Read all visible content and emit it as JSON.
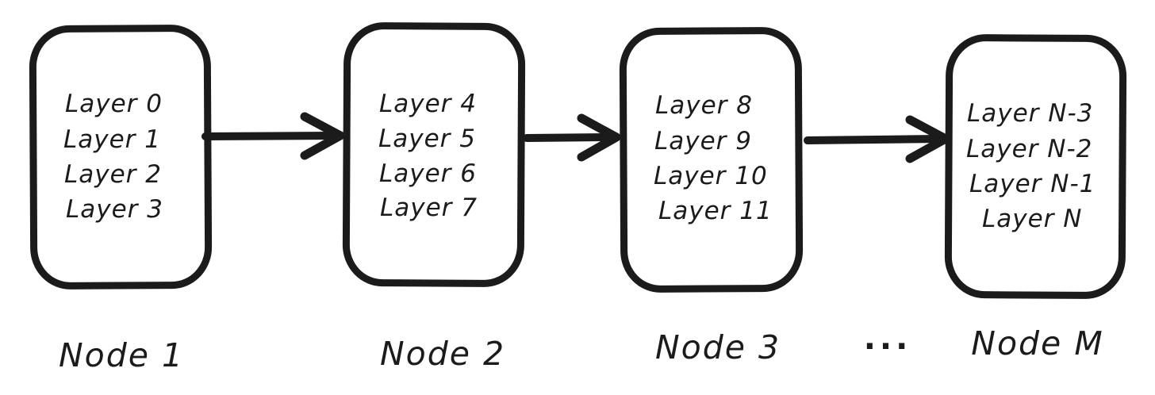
{
  "diagram": {
    "title_semantic": "model-layers-sharded-across-nodes",
    "ink_color": "#1b1b1b",
    "background_color": "#ffffff",
    "nodes": [
      {
        "label": "Node 1",
        "layers": [
          "Layer 0",
          "Layer 1",
          "Layer 2",
          "Layer 3"
        ]
      },
      {
        "label": "Node 2",
        "layers": [
          "Layer 4",
          "Layer 5",
          "Layer 6",
          "Layer 7"
        ]
      },
      {
        "label": "Node 3",
        "layers": [
          "Layer 8",
          "Layer 9",
          "Layer 10",
          "Layer 11"
        ]
      },
      {
        "label": "Node M",
        "layers": [
          "Layer N-3",
          "Layer N-2",
          "Layer N-1",
          "Layer N"
        ]
      }
    ],
    "ellipsis": "..."
  }
}
